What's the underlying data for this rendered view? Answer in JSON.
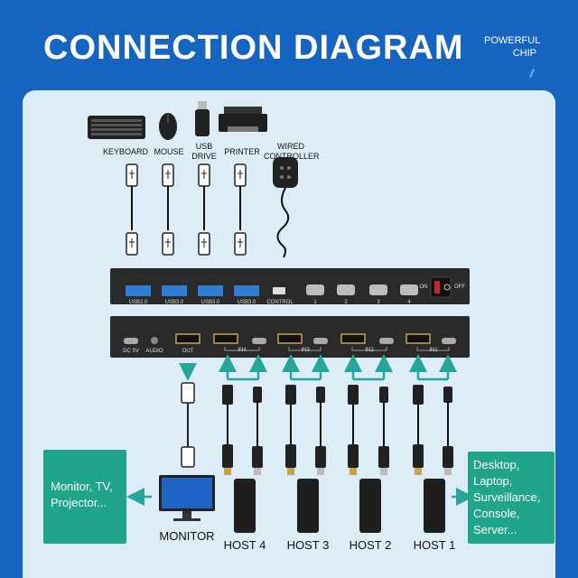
{
  "header": {
    "title": "CONNECTION DIAGRAM",
    "badge_line1": "POWERFUL",
    "badge_line2": "CHIP"
  },
  "peripherals": {
    "keyboard": "KEYBOARD",
    "mouse": "MOUSE",
    "usb_drive": "USB DRIVE",
    "printer": "PRINTER",
    "wired_controller": "WIRED CONTROLLER"
  },
  "front_panel": {
    "ports": [
      "USB2.0",
      "USB3.0",
      "USB3.0",
      "USB3.0"
    ],
    "control": "CONTROL",
    "buttons": [
      "1",
      "2",
      "3",
      "4"
    ],
    "on": "ON",
    "off": "OFF"
  },
  "back_panel": {
    "dc": "DC 5V",
    "audio": "AUDIO",
    "out": "OUT",
    "inputs": [
      "IN4",
      "IN3",
      "IN2",
      "IN1"
    ]
  },
  "hosts": [
    "HOST 4",
    "HOST 3",
    "HOST 2",
    "HOST 1"
  ],
  "monitor": "MONITOR",
  "left_box": "Monitor, TV, Projector...",
  "right_box": "Desktop, Laptop, Surveillance, Console, Server...",
  "colors": {
    "background": "#1565c0",
    "panel": "#dcedf8",
    "accent_box": "#20a58a",
    "arrow": "#26a69a",
    "device": "#2a2a2a"
  }
}
